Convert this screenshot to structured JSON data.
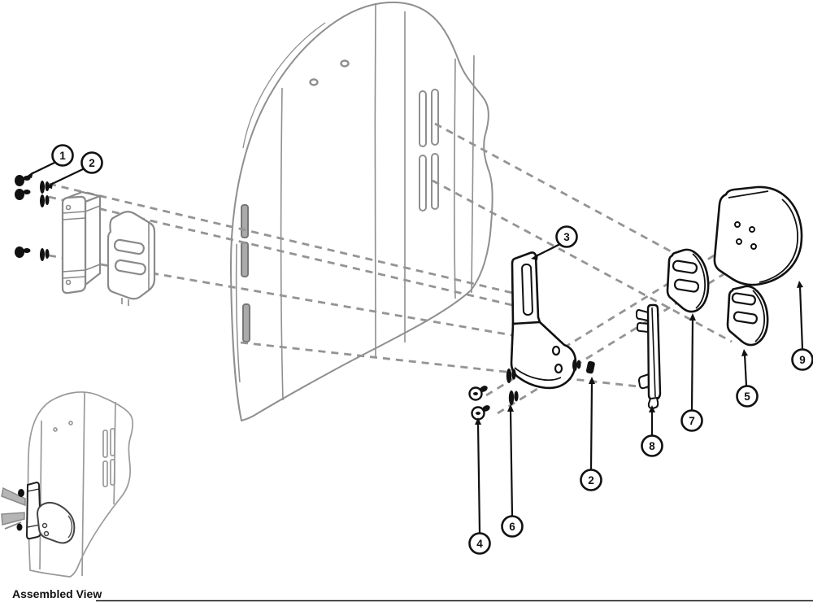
{
  "diagram": {
    "type": "exploded-parts-diagram",
    "assembled_view_label": "Assembled View",
    "callouts": [
      {
        "number": "1"
      },
      {
        "number": "2"
      },
      {
        "number": "3"
      },
      {
        "number": "4"
      },
      {
        "number": "6"
      },
      {
        "number": "2"
      },
      {
        "number": "7"
      },
      {
        "number": "8"
      },
      {
        "number": "5"
      },
      {
        "number": "9"
      }
    ],
    "colors": {
      "part_outline": "#111111",
      "ghost_gray": "#8f8f8f",
      "dash_gray": "#949494",
      "background": "#ffffff"
    }
  }
}
